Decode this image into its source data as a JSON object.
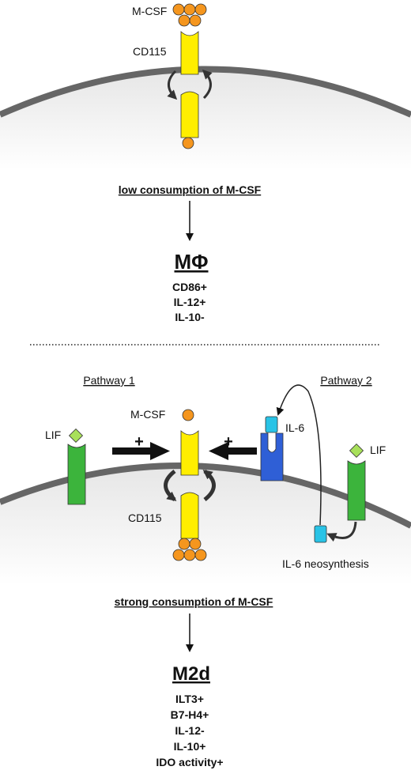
{
  "top_panel": {
    "ligand_label": "M-CSF",
    "receptor_label": "CD115",
    "consumption_label": "low consumption of M-CSF",
    "cell_type": "MΦ",
    "markers": [
      "CD86+",
      "IL-12+",
      "IL-10-"
    ]
  },
  "bottom_panel": {
    "pathway1_label": "Pathway 1",
    "pathway2_label": "Pathway 2",
    "ligand_label": "M-CSF",
    "receptor_label": "CD115",
    "lif_left_label": "LIF",
    "lif_right_label": "LIF",
    "il6_label": "IL-6",
    "il6_neosynthesis_label": "IL-6 neosynthesis",
    "plus_sign": "+",
    "consumption_label": "strong consumption of M-CSF",
    "cell_type": "M2d",
    "markers": [
      "ILT3+",
      "B7-H4+",
      "IL-12-",
      "IL-10+",
      "IDO activity+"
    ]
  },
  "colors": {
    "mcsf": "#f5961e",
    "receptor": "#ffee00",
    "lif_receptor": "#3cb43c",
    "lif_ligand": "#a8e05a",
    "il6": "#29c3e6",
    "il6_receptor": "#2f5fd6",
    "plus": "#e0301e",
    "membrane": "#666666"
  }
}
